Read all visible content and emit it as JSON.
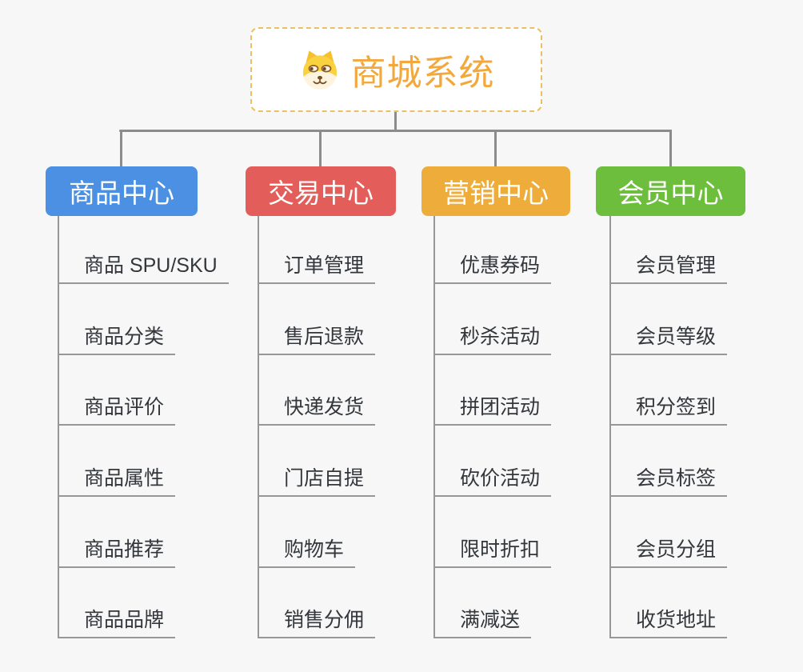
{
  "canvas": {
    "background": "#f7f7f7",
    "connector_color": "#8C8C8C",
    "branch_line_color": "#979797"
  },
  "root": {
    "title": "商城系统",
    "icon": "dog-face-icon",
    "text_color": "#F2A83C",
    "border_color": "#EDBE62",
    "background": "#ffffff"
  },
  "branches": [
    {
      "label": "商品中心",
      "color": "#4B90E2",
      "items": [
        "商品 SPU/SKU",
        "商品分类",
        "商品评价",
        "商品属性",
        "商品推荐",
        "商品品牌"
      ]
    },
    {
      "label": "交易中心",
      "color": "#E35D5B",
      "items": [
        "订单管理",
        "售后退款",
        "快递发货",
        "门店自提",
        "购物车",
        "销售分佣"
      ]
    },
    {
      "label": "营销中心",
      "color": "#EEAD3A",
      "items": [
        "优惠券码",
        "秒杀活动",
        "拼团活动",
        "砍价活动",
        "限时折扣",
        "满减送"
      ]
    },
    {
      "label": "会员中心",
      "color": "#6CBE3C",
      "items": [
        "会员管理",
        "会员等级",
        "积分签到",
        "会员标签",
        "会员分组",
        "收货地址"
      ]
    }
  ]
}
